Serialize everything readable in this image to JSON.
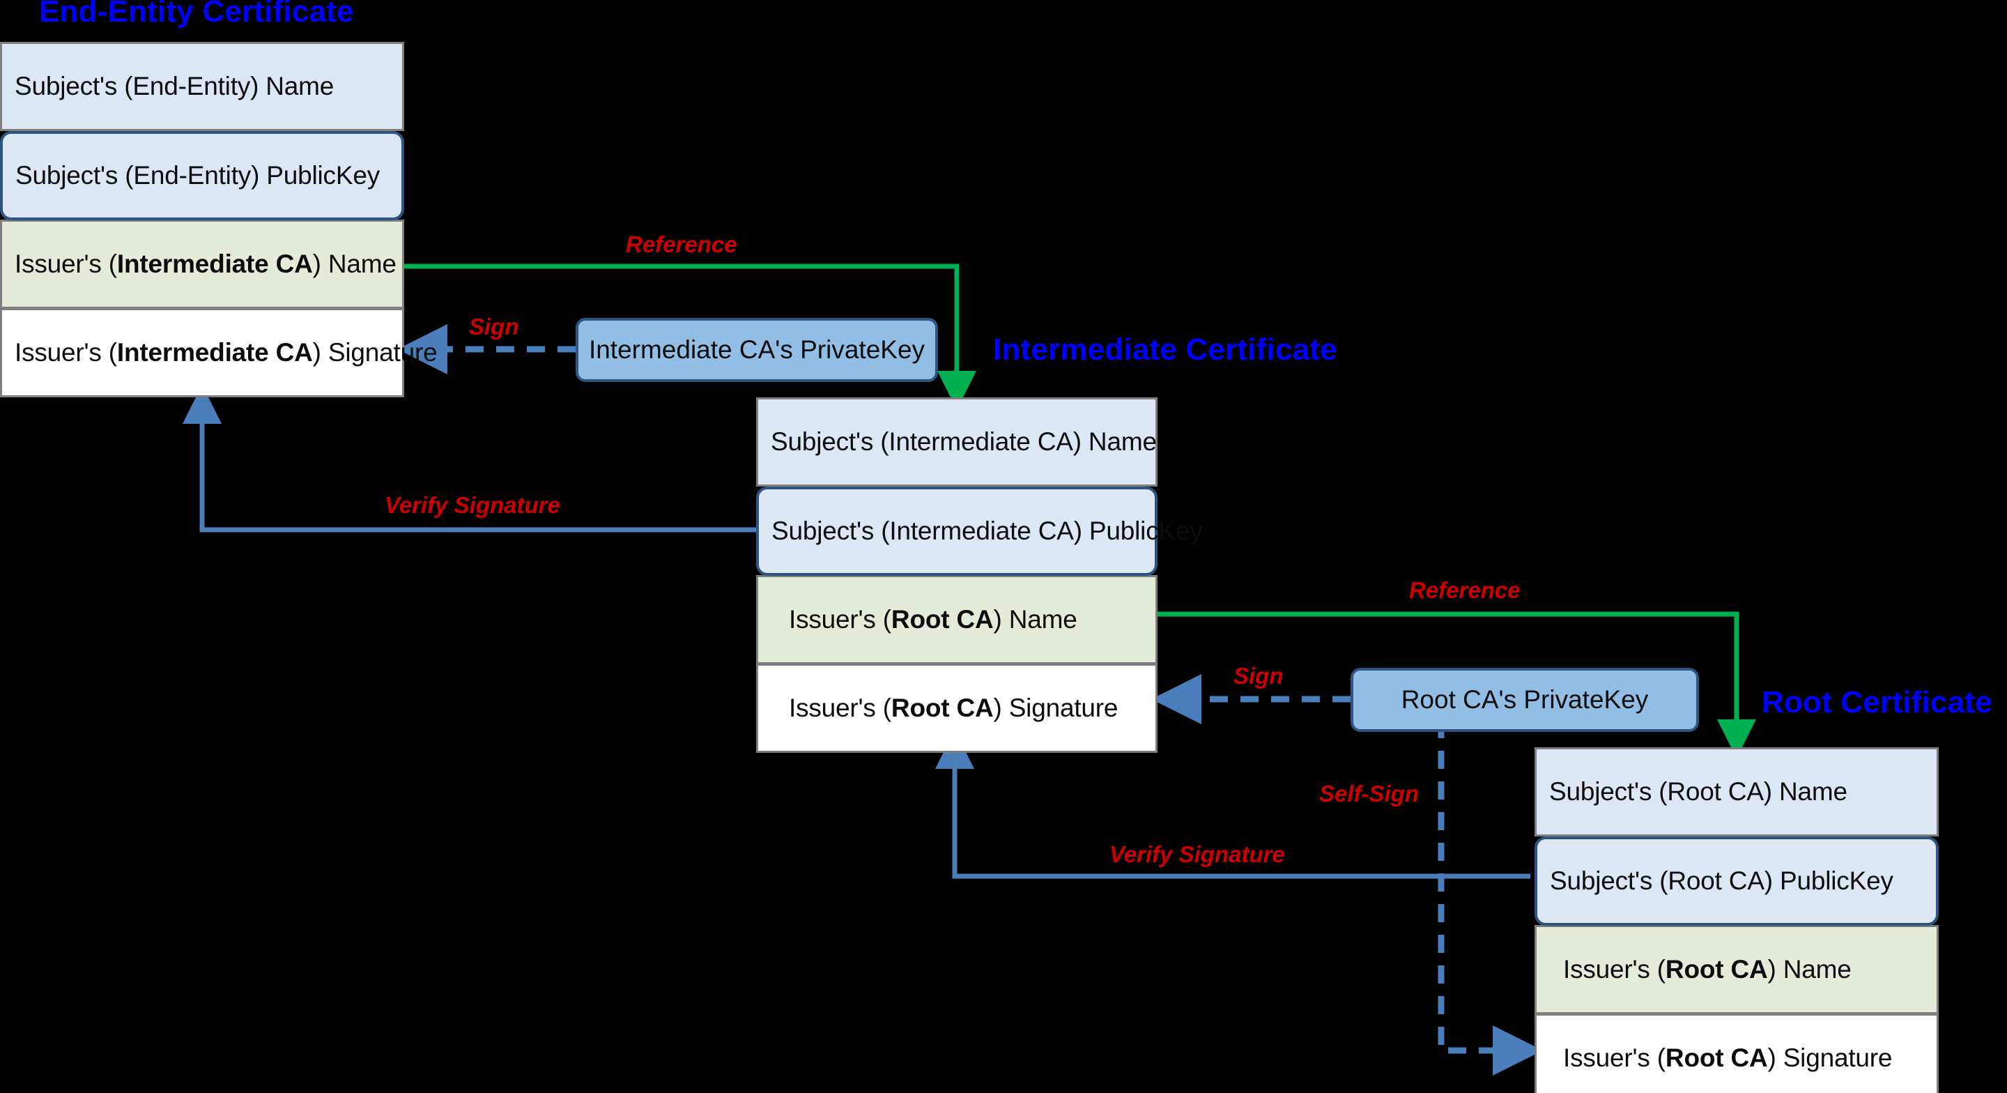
{
  "diagram": {
    "title_end_entity": "End-Entity Certificate",
    "title_intermediate": "Intermediate Certificate",
    "title_root": "Root Certificate",
    "colors": {
      "background": "#000000",
      "title": "#0000ff",
      "label": "#cc0000",
      "reference_arrow": "#00b050",
      "sign_arrow": "#4a7ebb",
      "verify_arrow": "#4a7ebb",
      "name_field_bg": "#dde6f4",
      "publickey_field_bg": "#dce6f4",
      "issuer_name_field_bg": "#e3ecd8",
      "signature_field_bg": "#ffffff",
      "privatekey_bg": "#92bde4"
    }
  },
  "certificates": [
    {
      "id": "end-entity",
      "title": "End-Entity Certificate",
      "rows": [
        {
          "kind": "subject-name",
          "text": "Subject's (End-Entity) Name"
        },
        {
          "kind": "subject-publickey",
          "text": "Subject's (End-Entity) PublicKey"
        },
        {
          "kind": "issuer-name",
          "prefix": "Issuer's (",
          "strong": "Intermediate CA",
          "suffix": ") Name"
        },
        {
          "kind": "issuer-signature",
          "prefix": "Issuer's (",
          "strong": "Intermediate CA",
          "suffix": ") Signature"
        }
      ]
    },
    {
      "id": "intermediate",
      "title": "Intermediate Certificate",
      "rows": [
        {
          "kind": "subject-name",
          "text": "Subject's (Intermediate CA) Name"
        },
        {
          "kind": "subject-publickey",
          "text": "Subject's (Intermediate CA) PublicKey"
        },
        {
          "kind": "issuer-name",
          "prefix": "Issuer's (",
          "strong": "Root CA",
          "suffix": ") Name"
        },
        {
          "kind": "issuer-signature",
          "prefix": "Issuer's (",
          "strong": "Root CA",
          "suffix": ") Signature"
        }
      ]
    },
    {
      "id": "root",
      "title": "Root Certificate",
      "rows": [
        {
          "kind": "subject-name",
          "text": "Subject's (Root CA) Name"
        },
        {
          "kind": "subject-publickey",
          "text": "Subject's (Root CA) PublicKey"
        },
        {
          "kind": "issuer-name",
          "prefix": "Issuer's (",
          "strong": "Root CA",
          "suffix": ") Name"
        },
        {
          "kind": "issuer-signature",
          "prefix": "Issuer's (",
          "strong": "Root CA",
          "suffix": ") Signature"
        }
      ]
    }
  ],
  "private_keys": [
    {
      "id": "intermediate-ca-privatekey",
      "label": "Intermediate CA's PrivateKey"
    },
    {
      "id": "root-ca-privatekey",
      "label": "Root CA's PrivateKey"
    }
  ],
  "edges": [
    {
      "id": "reference-ee-to-int",
      "label": "Reference",
      "type": "reference"
    },
    {
      "id": "sign-int-to-ee",
      "label": "Sign",
      "type": "sign"
    },
    {
      "id": "verify-int-to-ee",
      "label": "Verify Signature",
      "type": "verify"
    },
    {
      "id": "reference-int-to-root",
      "label": "Reference",
      "type": "reference"
    },
    {
      "id": "sign-root-to-int",
      "label": "Sign",
      "type": "sign"
    },
    {
      "id": "verify-root-to-int",
      "label": "Verify Signature",
      "type": "verify"
    },
    {
      "id": "self-sign-root",
      "label": "Self-Sign",
      "type": "sign"
    }
  ]
}
